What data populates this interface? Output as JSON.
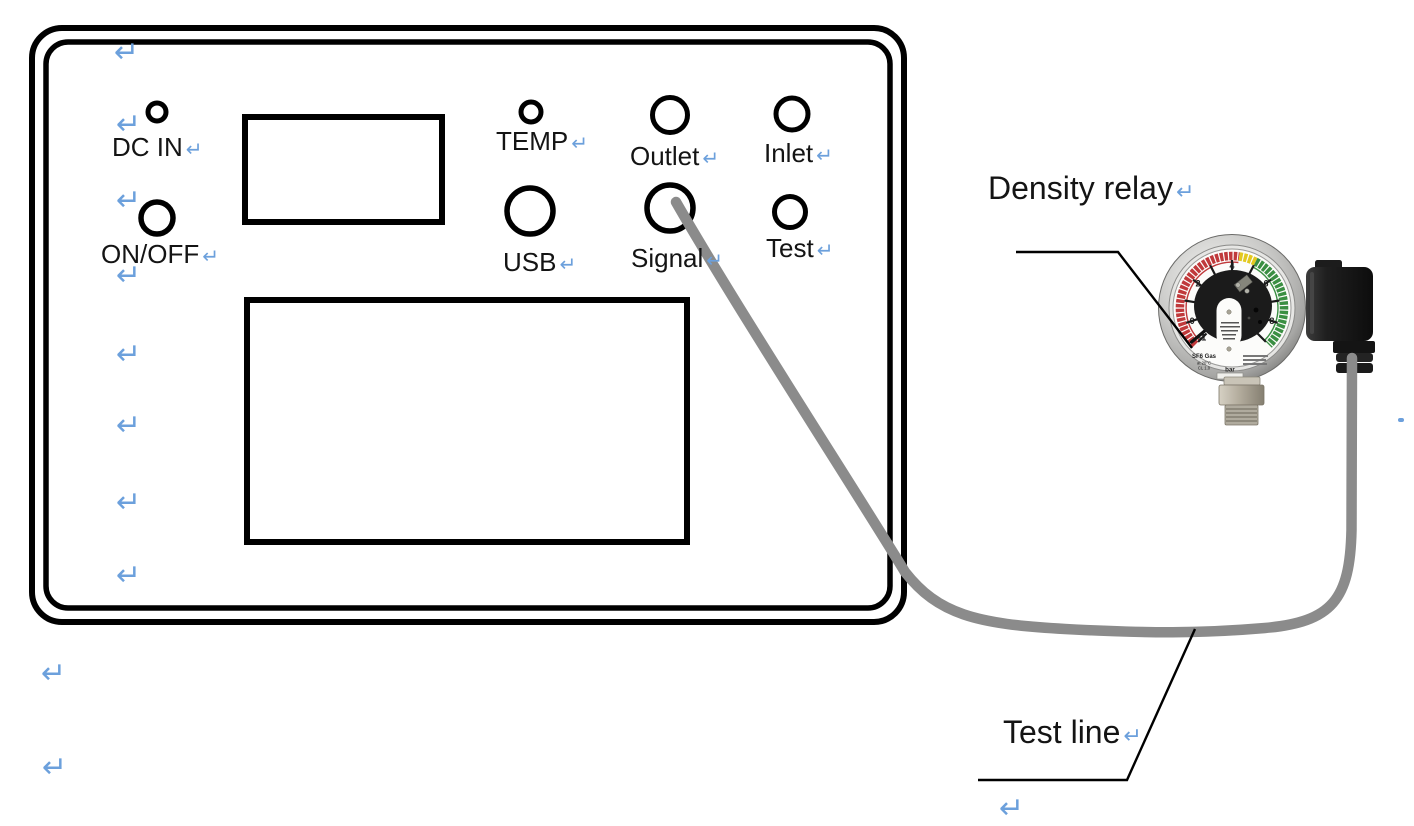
{
  "panel": {
    "ports": [
      {
        "id": "dc_in",
        "label": "DC IN"
      },
      {
        "id": "on_off",
        "label": "ON/OFF"
      },
      {
        "id": "temp",
        "label": "TEMP"
      },
      {
        "id": "usb",
        "label": "USB"
      },
      {
        "id": "outlet",
        "label": "Outlet"
      },
      {
        "id": "signal",
        "label": "Signal"
      },
      {
        "id": "inlet",
        "label": "Inlet"
      },
      {
        "id": "test",
        "label": "Test"
      }
    ]
  },
  "callouts": {
    "density_relay": "Density relay",
    "test_line": "Test line"
  },
  "gauge": {
    "scale_labels": [
      "-1",
      "0",
      "2",
      "4",
      "6",
      "8"
    ],
    "scale_range": {
      "min": -1,
      "max": 9
    },
    "zones": [
      {
        "name": "low",
        "color": "#c0393b",
        "from": -1,
        "to": 4.3
      },
      {
        "name": "warning",
        "color": "#e3c91f",
        "from": 4.3,
        "to": 5
      },
      {
        "name": "normal",
        "color": "#3a8f42",
        "from": 5,
        "to": 9
      }
    ],
    "dial": {
      "gas": "SF6 Gas",
      "temp_ref": "at 20°C",
      "accuracy_class": "CL 1.0",
      "unit": "bar"
    },
    "needle_value": -0.85,
    "bezel_color": "#c9c9c7"
  },
  "cable": {
    "color": "#8b8b8b"
  },
  "formatting_marks": {
    "return_char": "↵",
    "color": "#6CA0DC"
  }
}
